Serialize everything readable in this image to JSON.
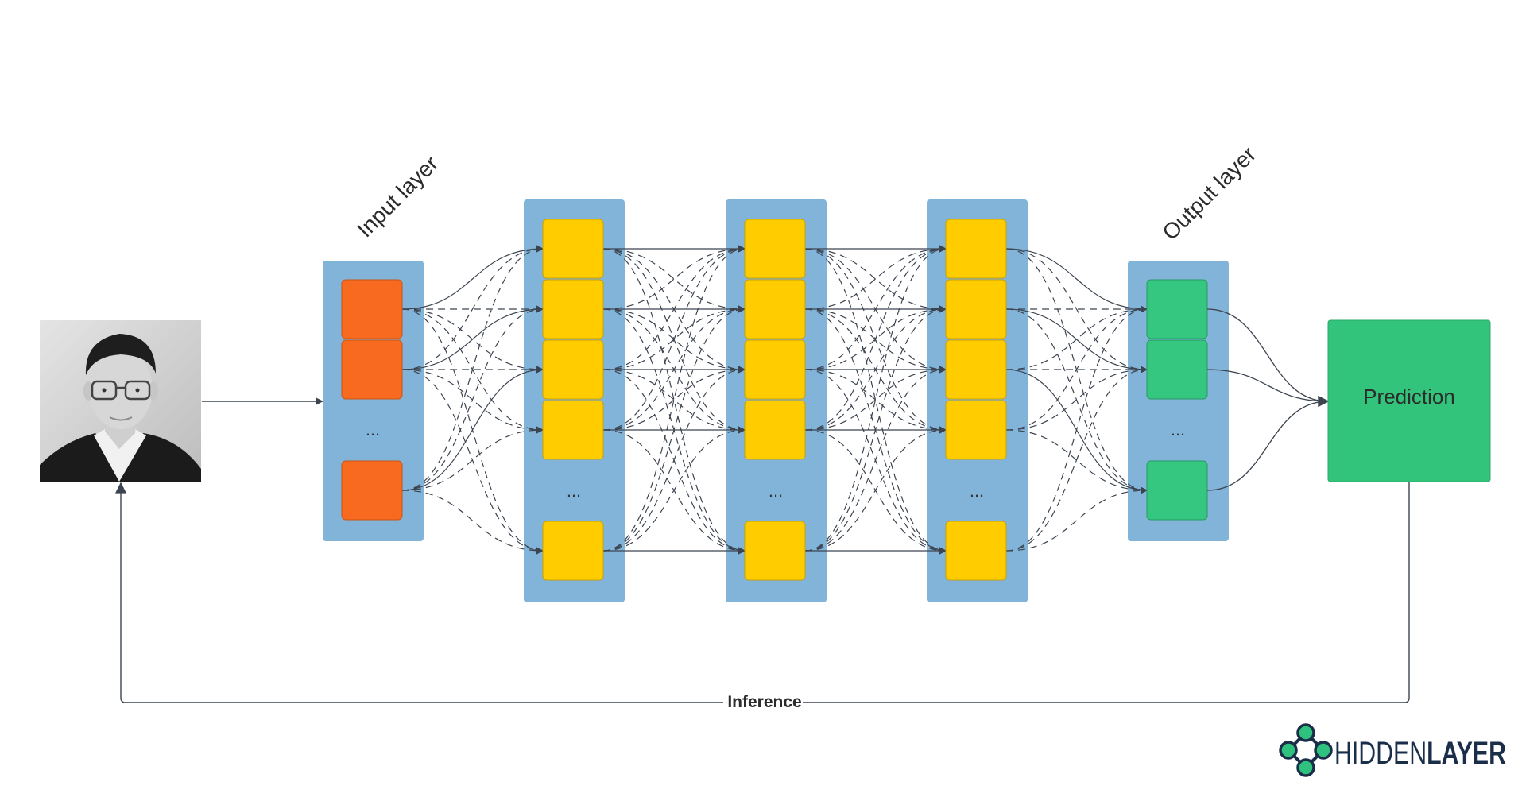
{
  "labels": {
    "input_layer": "Input layer",
    "output_layer": "Output layer",
    "prediction": "Prediction",
    "inference": "Inference",
    "ellipsis": "..."
  },
  "logo": {
    "text_light": "HIDDEN",
    "text_bold": "LAYER",
    "color": "#1a2e4a",
    "accent": "#2ec27e"
  },
  "photo": {
    "subject": "portrait-photo",
    "style": "grayscale"
  },
  "colors": {
    "layer_panel": "#82b4d9",
    "input_node": "#f76a1f",
    "hidden_node": "#ffcc00",
    "output_node": "#35c77f",
    "prediction_box": "#33c47c",
    "edge": "#3c4450"
  },
  "network": {
    "layers": [
      {
        "role": "input",
        "node_slots": [
          "node",
          "node",
          "ellipsis",
          "node"
        ]
      },
      {
        "role": "hidden",
        "node_slots": [
          "node",
          "node",
          "node",
          "node",
          "ellipsis",
          "node"
        ]
      },
      {
        "role": "hidden",
        "node_slots": [
          "node",
          "node",
          "node",
          "node",
          "ellipsis",
          "node"
        ]
      },
      {
        "role": "hidden",
        "node_slots": [
          "node",
          "node",
          "node",
          "node",
          "ellipsis",
          "node"
        ]
      },
      {
        "role": "output",
        "node_slots": [
          "node",
          "node",
          "ellipsis",
          "node"
        ]
      }
    ]
  }
}
